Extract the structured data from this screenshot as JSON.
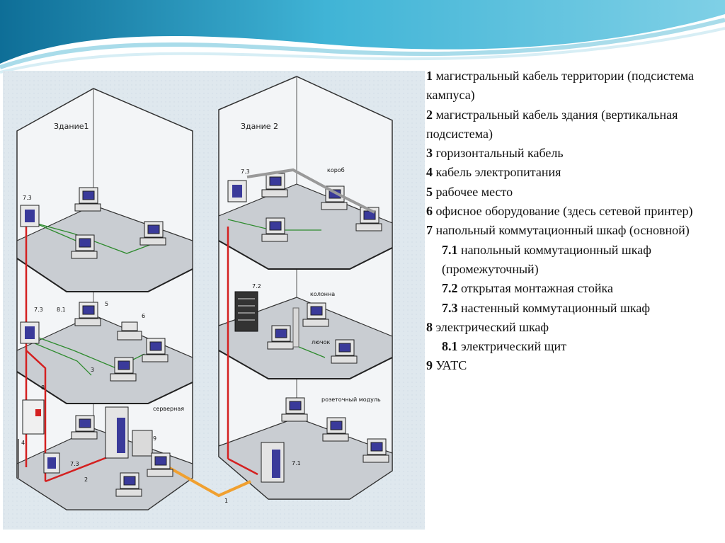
{
  "diagram": {
    "building1_label": "Здание1",
    "building2_label": "Здание 2",
    "labels": {
      "l73a": "7.3",
      "l73b": "7.3",
      "l81": "8.1",
      "l5": "5",
      "l6": "6",
      "l3": "3",
      "l8": "8",
      "l4": "4",
      "l73c": "7.3",
      "l2": "2",
      "l9": "9",
      "l1": "1",
      "server_room": "серверная",
      "l73d": "7.3",
      "duct": "короб",
      "l72": "7.2",
      "column": "колонна",
      "hatch": "лючок",
      "outlet_module": "розеточный модуль",
      "l71": "7.1"
    }
  },
  "legend": {
    "items": [
      {
        "num": "1",
        "text": " магистральный кабель территории (подсистема кампуса)",
        "indent": false
      },
      {
        "num": "2",
        "text": " магистральный кабель здания (вертикальная подсистема)",
        "indent": false
      },
      {
        "num": "3",
        "text": " горизонтальный кабель",
        "indent": false
      },
      {
        "num": "4",
        "text": " кабель электропитания",
        "indent": false
      },
      {
        "num": "5",
        "text": " рабочее место",
        "indent": false
      },
      {
        "num": "6",
        "text": " офисное оборудование (здесь сетевой принтер)",
        "indent": false
      },
      {
        "num": "7",
        "text": " напольный коммутационный шкаф (основной)",
        "indent": false
      },
      {
        "num": "7.1",
        "text": " напольный коммутационный шкаф (промежуточный)",
        "indent": true
      },
      {
        "num": "7.2",
        "text": " открытая монтажная стойка",
        "indent": true
      },
      {
        "num": "7.3",
        "text": " настенный коммутационный шкаф",
        "indent": true
      },
      {
        "num": "8",
        "text": " электрический шкаф",
        "indent": false
      },
      {
        "num": "8.1",
        "text": " электрический щит",
        "indent": true
      },
      {
        "num": "9",
        "text": " УАТС",
        "indent": false
      }
    ]
  },
  "colors": {
    "backbone_red": "#d42020",
    "horizontal_green": "#2e8b2e",
    "campus_orange": "#f0a030",
    "wave_blue": "#2fa3c9",
    "building_fill": "#f4f6f8",
    "floor_fill": "#c9cdd2"
  }
}
